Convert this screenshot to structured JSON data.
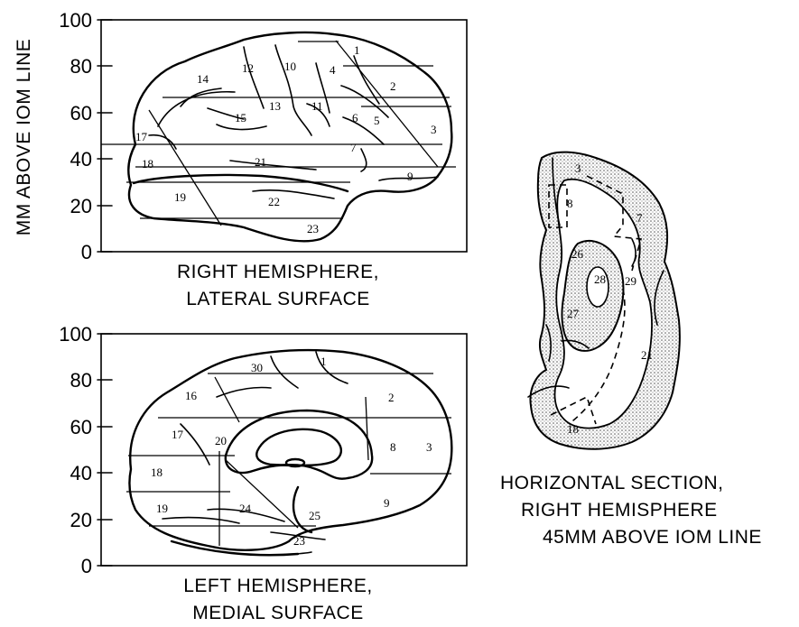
{
  "y_axis": {
    "label": "MM ABOVE IOM LINE",
    "top_ticks": [
      "100",
      "80",
      "60",
      "40",
      "20",
      "0"
    ],
    "bottom_ticks": [
      "100",
      "80",
      "60",
      "40",
      "20",
      "0"
    ]
  },
  "panels": {
    "lateral": {
      "caption_line1": "RIGHT HEMISPHERE,",
      "caption_line2": "LATERAL SURFACE",
      "areas": [
        "1",
        "2",
        "3",
        "4",
        "5",
        "6",
        "7",
        "9",
        "10",
        "11",
        "12",
        "13",
        "14",
        "15",
        "17",
        "18",
        "19",
        "21",
        "22",
        "23"
      ]
    },
    "medial": {
      "caption_line1": "LEFT HEMISPHERE,",
      "caption_line2": "MEDIAL SURFACE",
      "areas": [
        "30",
        "1",
        "2",
        "16",
        "3",
        "8",
        "17",
        "20",
        "18",
        "9",
        "19",
        "24",
        "25",
        "23"
      ]
    },
    "section": {
      "caption_line1": "HORIZONTAL SECTION,",
      "caption_line2": "RIGHT HEMISPHERE",
      "caption_line3": "45MM ABOVE IOM LINE",
      "areas": [
        "3",
        "8",
        "7",
        "26",
        "28",
        "29",
        "27",
        "21",
        "18"
      ]
    }
  }
}
